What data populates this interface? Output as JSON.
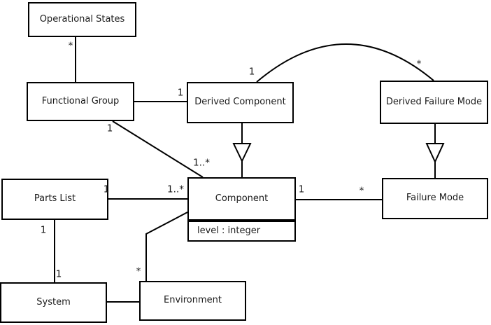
{
  "diagram": {
    "kind": "uml-class-diagram",
    "colors": {
      "line": "#000000",
      "box_fill": "#ffffff",
      "text": "#1a1a1a",
      "background": "#ffffff"
    }
  },
  "classes": {
    "operational_states": {
      "name": "Operational States"
    },
    "functional_group": {
      "name": "Functional Group"
    },
    "derived_component": {
      "name": "Derived Component"
    },
    "derived_failure_mode": {
      "name": "Derived Failure Mode"
    },
    "parts_list": {
      "name": "Parts List"
    },
    "component": {
      "name": "Component",
      "attribute": "level : integer"
    },
    "failure_mode": {
      "name": "Failure Mode"
    },
    "system": {
      "name": "System"
    },
    "environment": {
      "name": "Environment"
    }
  },
  "relationships": [
    {
      "type": "association",
      "from": "Operational States",
      "to": "Functional Group",
      "from_label": "*"
    },
    {
      "type": "association",
      "from": "Functional Group",
      "to": "Derived Component",
      "to_label": "1"
    },
    {
      "type": "association",
      "from": "Functional Group",
      "to": "Component",
      "from_label": "1",
      "to_label": "1..*"
    },
    {
      "type": "generalization",
      "from": "Derived Component",
      "to": "Component"
    },
    {
      "type": "association",
      "from": "Derived Component",
      "to": "Derived Failure Mode",
      "from_label": "1",
      "to_label": "*"
    },
    {
      "type": "generalization",
      "from": "Derived Failure Mode",
      "to": "Failure Mode"
    },
    {
      "type": "association",
      "from": "Parts List",
      "to": "Component",
      "from_label": "1",
      "to_label": "1..*"
    },
    {
      "type": "association",
      "from": "Component",
      "to": "Failure Mode",
      "from_label": "1",
      "to_label": "*"
    },
    {
      "type": "association",
      "from": "Parts List",
      "to": "System",
      "from_label": "1",
      "to_label": "1"
    },
    {
      "type": "association",
      "from": "Component",
      "to": "Environment",
      "to_label": "*"
    },
    {
      "type": "association",
      "from": "System",
      "to": "Environment"
    }
  ]
}
